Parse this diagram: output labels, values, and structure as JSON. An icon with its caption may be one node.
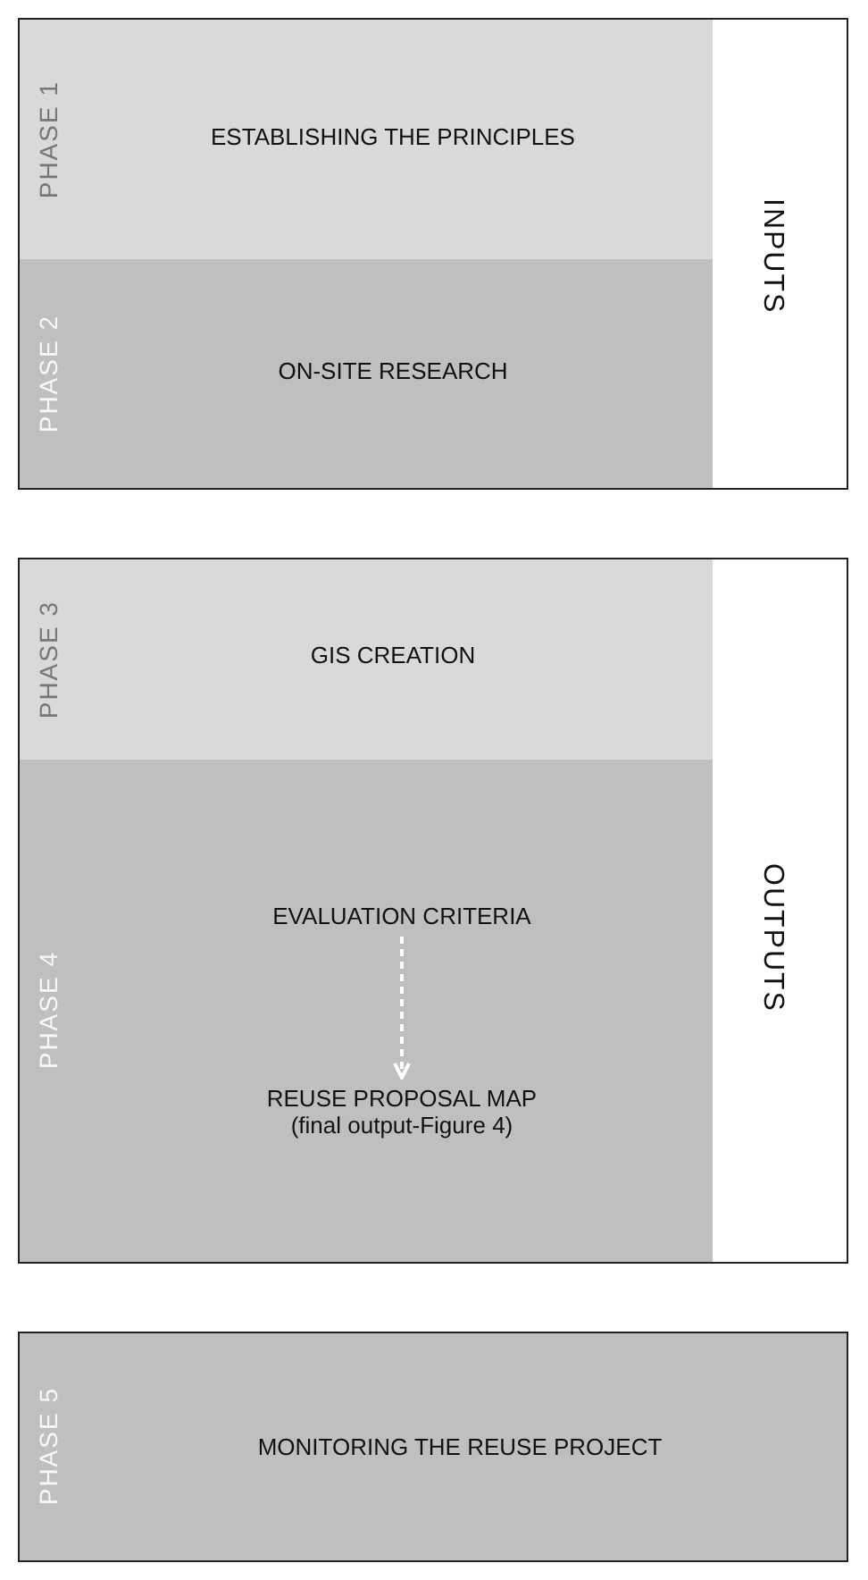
{
  "diagram": {
    "nodes": [
      {
        "text": [
          "INPUTS"
        ]
      },
      {
        "text": [
          "PHASE 1",
          "ESTABLISHING THE PRINCIPLES"
        ],
        "in": 0
      },
      {
        "text": [
          "PHASE 2",
          "ON-SITE RESEARCH"
        ],
        "in": 0
      },
      {
        "text": [
          "OUTPUTS"
        ]
      },
      {
        "text": [
          "PHASE 3",
          "GIS CREATION"
        ],
        "in": 3
      },
      {
        "text": [
          "PHASE 4"
        ],
        "in": 3
      },
      {
        "text": [
          "EVALUATION CRITERIA"
        ],
        "in": 5
      },
      {
        "text": [
          "REUSE PROPOSAL MAP",
          "(final output-Figure 4)"
        ],
        "in": 5
      },
      {
        "text": [
          "PHASE 5",
          "MONITORING THE REUSE PROJECT"
        ]
      }
    ],
    "edges": [
      {
        "from": 6,
        "to": 7,
        "arrow": "to",
        "style": "dashed",
        "color": "#ffffff"
      }
    ]
  }
}
